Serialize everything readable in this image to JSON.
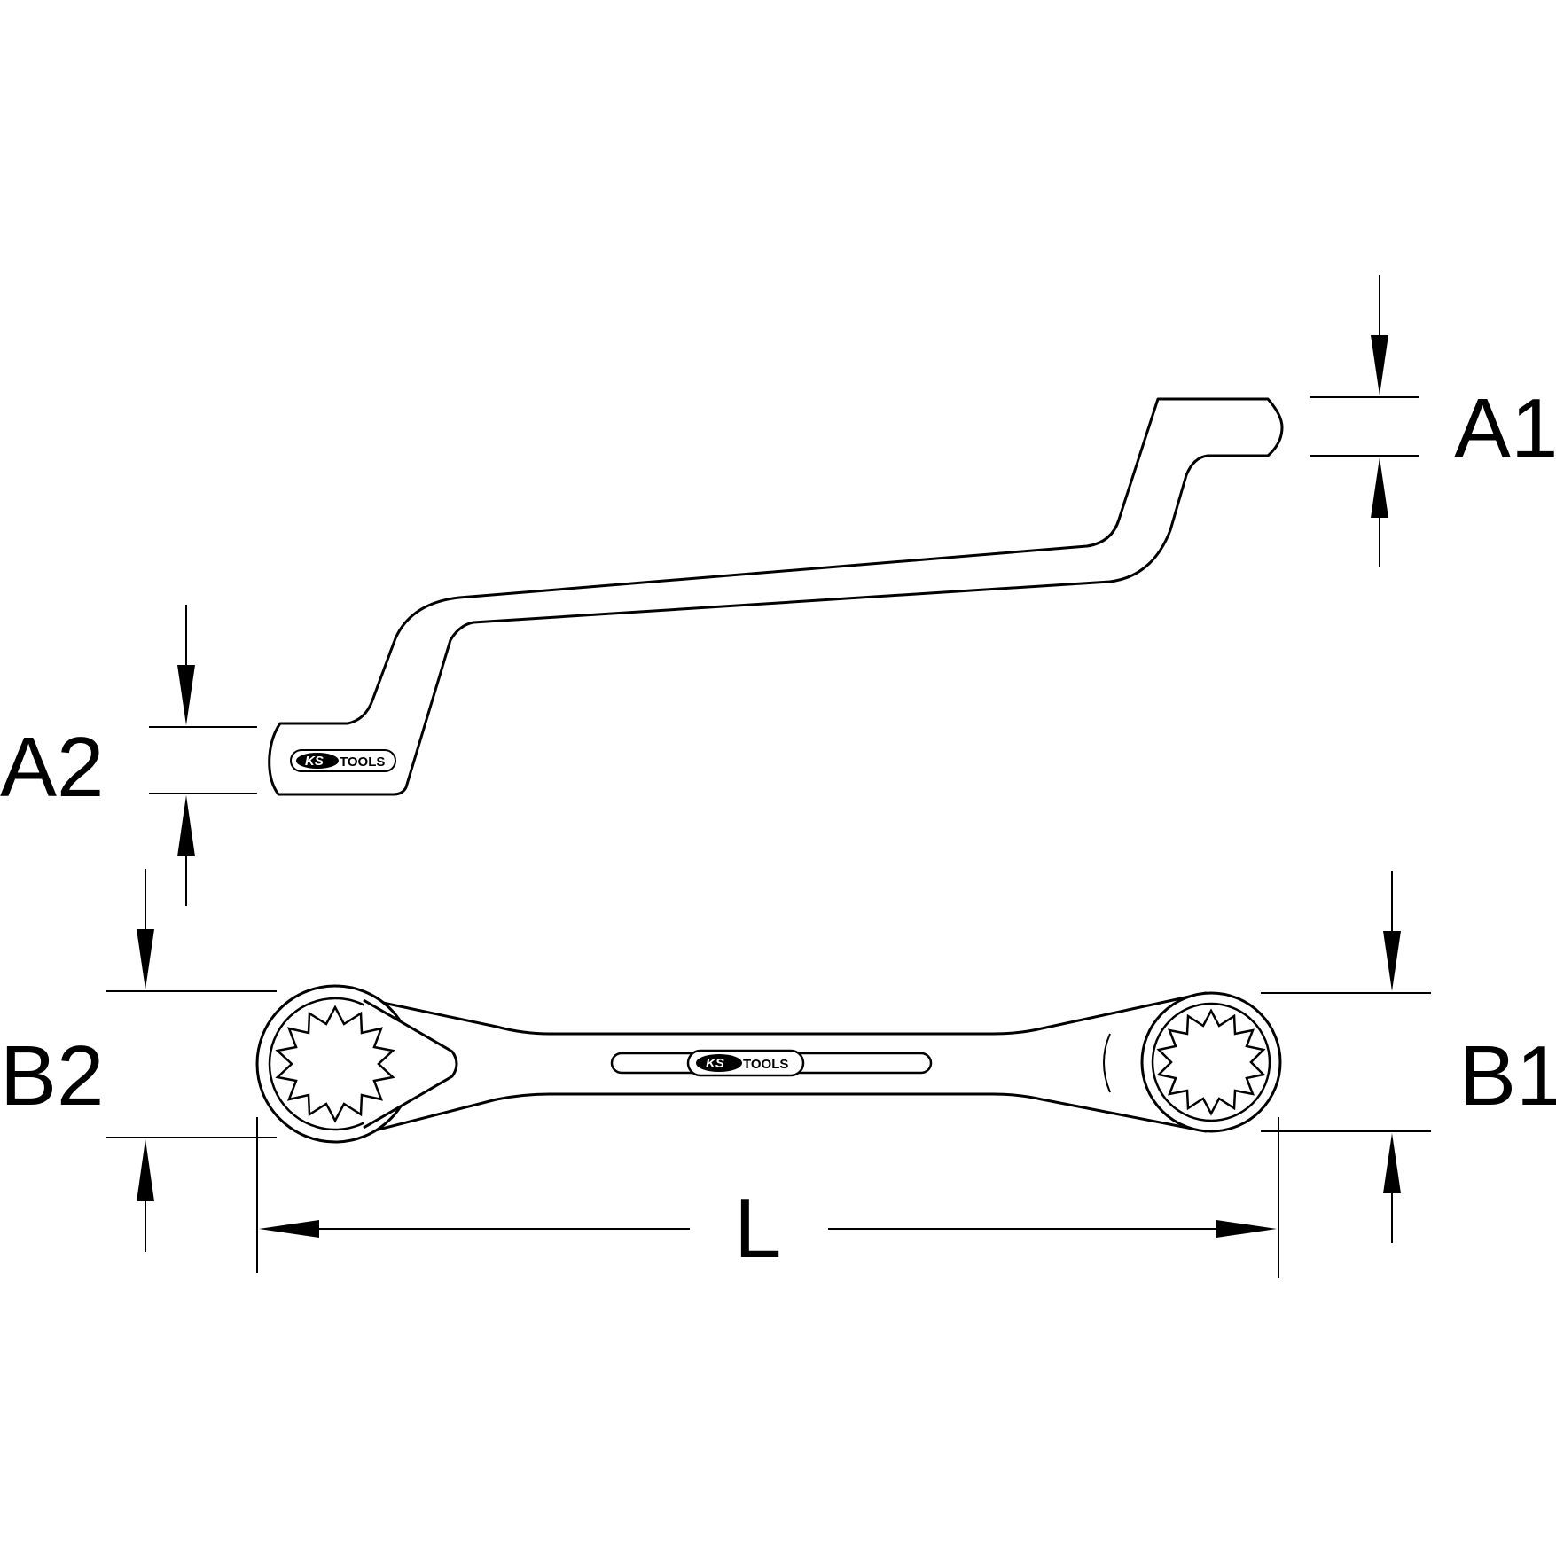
{
  "labels": {
    "a1": "A1",
    "a2": "A2",
    "b1": "B1",
    "b2": "B2",
    "l": "L"
  },
  "logo": {
    "brand_left": "KS",
    "brand_right": "TOOLS"
  },
  "colors": {
    "line": "#000000",
    "background": "#ffffff"
  }
}
